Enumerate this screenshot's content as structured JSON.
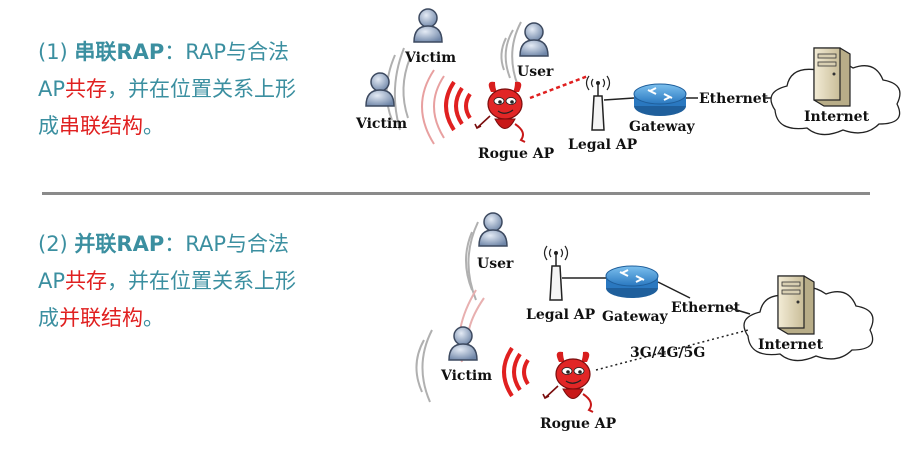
{
  "section1": {
    "prefix": "(1) ",
    "title": "串联RAP",
    "sep": "：RAP与合法",
    "line2a": "AP",
    "line2b": "共存",
    "line2c": "，并在位置关系上形",
    "line3a": "成",
    "line3b": "串联结构",
    "line3c": "。"
  },
  "section2": {
    "prefix": "(2) ",
    "title": "并联RAP",
    "sep": "：RAP与合法",
    "line2a": "AP",
    "line2b": "共存",
    "line2c": "，并在位置关系上形",
    "line3a": "成",
    "line3b": "并联结构",
    "line3c": "。"
  },
  "diagram1": {
    "victim_a": "Victim",
    "victim_b": "Victim",
    "user": "User",
    "rogue_ap": "Rogue AP",
    "legal_ap": "Legal AP",
    "gateway": "Gateway",
    "ethernet": "Ethernet",
    "internet": "Internet"
  },
  "diagram2": {
    "user": "User",
    "legal_ap": "Legal AP",
    "gateway": "Gateway",
    "ethernet": "Ethernet",
    "internet": "Internet",
    "victim": "Victim",
    "rogue_ap": "Rogue AP",
    "cellular": "3G/4G/5G"
  },
  "colors": {
    "text": "#3b8fa0",
    "highlight": "#e02020",
    "router": "#3a8fd0",
    "devil": "#d81e1e"
  }
}
